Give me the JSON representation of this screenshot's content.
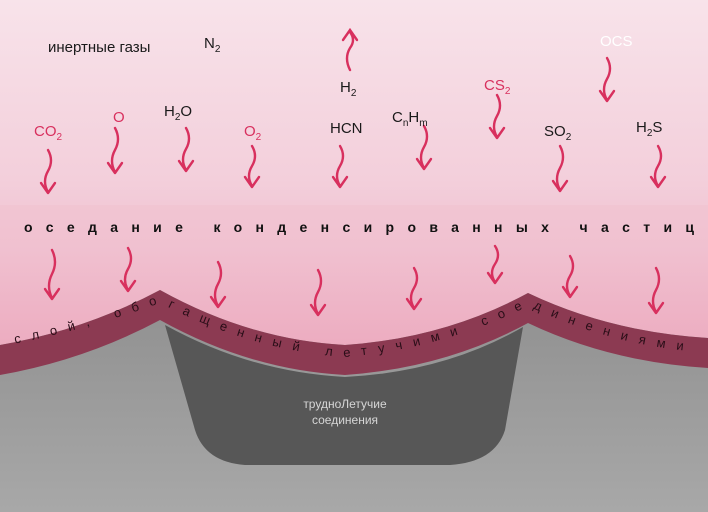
{
  "inert_gases_label": "инертные газы",
  "gases": {
    "n2": {
      "main": "N",
      "sub": "2"
    },
    "h2": {
      "main": "H",
      "sub": "2"
    },
    "cs2": {
      "main": "CS",
      "sub": "2"
    },
    "ocs": {
      "main": "OCS",
      "sub": ""
    },
    "co2": {
      "main": "CO",
      "sub": "2"
    },
    "o": {
      "main": "O",
      "sub": ""
    },
    "h2o": {
      "main": "H",
      "sub": "2",
      "tail": "O"
    },
    "o2": {
      "main": "O",
      "sub": "2"
    },
    "hcn": {
      "main": "HCN",
      "sub": ""
    },
    "cnhm": {
      "main": "C",
      "sub": "n",
      "tail": "H",
      "sub2": "m"
    },
    "so2": {
      "main": "SO",
      "sub": "2"
    },
    "h2s": {
      "main": "H",
      "sub": "2",
      "tail": "S"
    }
  },
  "band_text": "оседание конденсированных частиц",
  "layer_text": "слой, обогащенный летучими соединениями",
  "core_text": {
    "line1": "трудноЛетучие",
    "line2": "соединения"
  },
  "colors": {
    "sky_top": "#f6dbe3",
    "sky_bottom": "#e889a6",
    "layer": "#8c3a52",
    "crust": "#9a9a9a",
    "core": "#575757",
    "arrow": "#d8305e"
  },
  "icons": {
    "arrow_down": "wavy-down-arrow",
    "arrow_up": "wavy-up-arrow"
  }
}
